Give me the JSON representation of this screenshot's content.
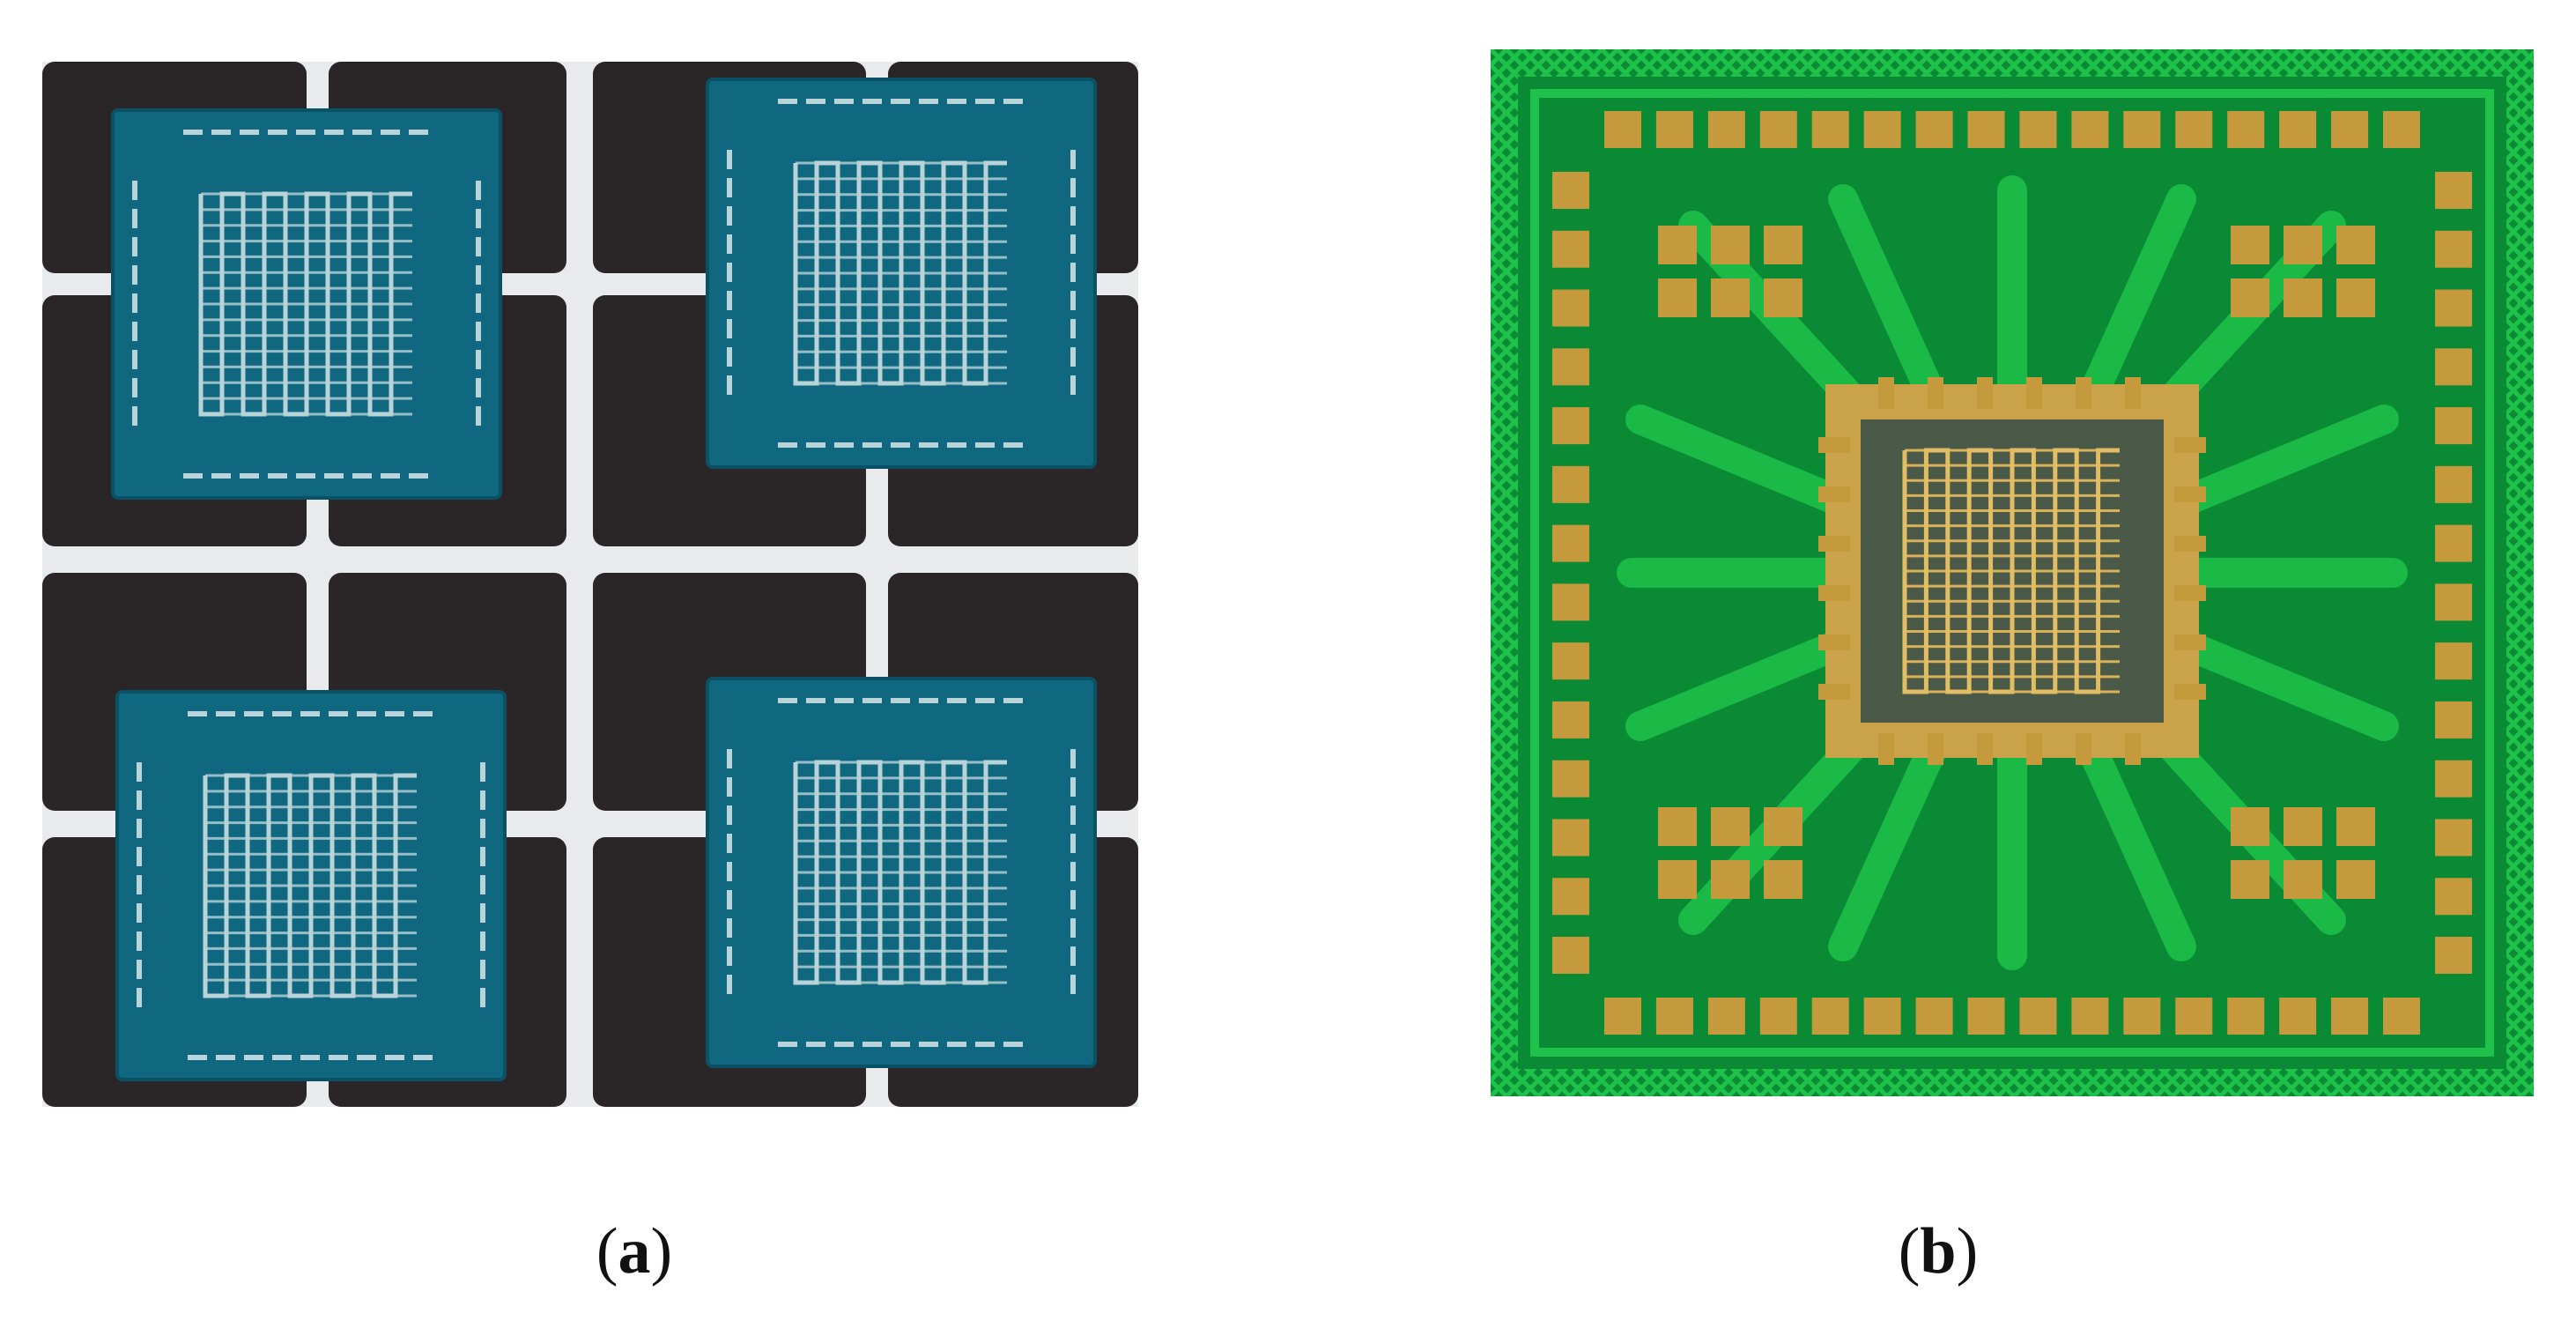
{
  "figure": {
    "panels": [
      {
        "label": "a",
        "open_paren": "(",
        "close_paren": ")",
        "colors": {
          "background": "#e9eaec",
          "pad": "#2a2526",
          "chip": "#0f6880",
          "pattern": "#b9d4d9"
        },
        "chip_count": 4
      },
      {
        "label": "b",
        "open_paren": "(",
        "close_paren": ")",
        "colors": {
          "board": "#0a8a34",
          "trace": "#1ec24a",
          "pad": "#c49a3c",
          "core": "#4b5a48"
        }
      }
    ]
  }
}
